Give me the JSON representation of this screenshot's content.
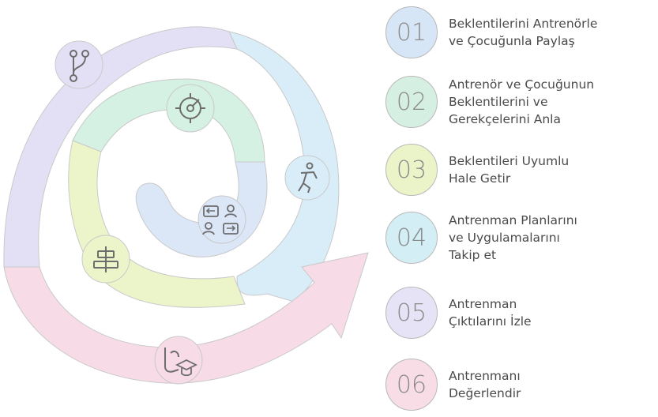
{
  "steps": [
    {
      "number": "01",
      "text": "Beklentilerini Antrenörle\nve  Çocuğunla Paylaş",
      "color": "#d6e6f7"
    },
    {
      "number": "02",
      "text": "Antrenör ve Çocuğunun\nBeklentilerini ve\nGerekçelerini Anla",
      "color": "#d5f0e2"
    },
    {
      "number": "03",
      "text": "Beklentileri Uyumlu\nHale Getir",
      "color": "#ebf4c8"
    },
    {
      "number": "04",
      "text": "Antrenman Planlarını\nve Uygulamalarını\nTakip et",
      "color": "#d4eef5"
    },
    {
      "number": "05",
      "text": "Antrenman\nÇıktılarını İzle",
      "color": "#e6e3f6"
    },
    {
      "number": "06",
      "text": "Antrenmanı\nDeğerlendir",
      "color": "#f8dde6"
    }
  ],
  "spiral": {
    "colors": {
      "purple": "#e3e0f6",
      "blue": "#d8edf8",
      "pink": "#f7dbe6",
      "green": "#d5f1e3",
      "lime": "#ecf5c9",
      "lightblue": "#dbe6f7",
      "stroke": "#c9c9c9",
      "icon": "#6d6d6d"
    },
    "icons": [
      "branch-icon",
      "target-icon",
      "runner-icon",
      "exchange-icon",
      "align-icon",
      "graduation-icon"
    ]
  }
}
